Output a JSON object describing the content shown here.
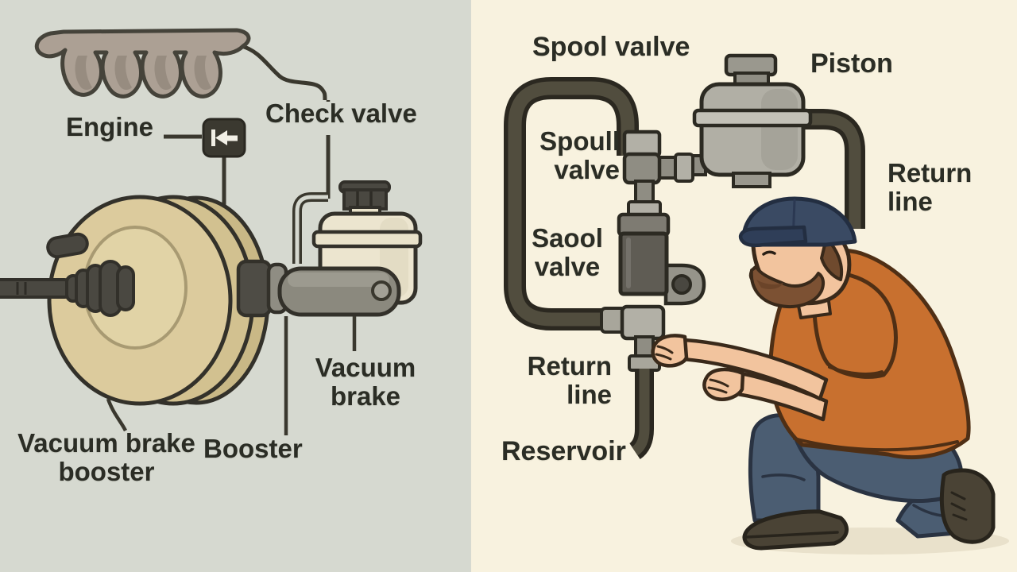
{
  "left_panel": {
    "background": "#d6d9d0",
    "labels": {
      "engine": "Engine",
      "check_valve": "Check valve",
      "vacuum_brake": "Vacuum\nbrake",
      "booster": "Booster",
      "vacuum_brake_booster": "Vacuum brake\nbooster"
    }
  },
  "right_panel": {
    "background": "#f8f2df",
    "labels": {
      "spool_valve": "Spool vaılve",
      "piston": "Piston",
      "spoull_valve": "Spoull\nvalve",
      "return_line_upper": "Return\nline",
      "saool_valve": "Saool\nvalve",
      "return_line_lower": "Return\nline",
      "reservoir": "Reservoir"
    }
  },
  "palette": {
    "outline": "#33312a",
    "label_text": "#2b2d25",
    "manifold_gray": "#aca094",
    "booster_tan": "#dccb9d",
    "reservoir_cream": "#ece5cf",
    "metal_gray": "#8f8d83",
    "metal_light": "#b2b0a6",
    "pipe_dark": "#514d3e",
    "pipe_edge": "#2b2820",
    "shirt_orange": "#c8702f",
    "cap_navy": "#3a4a63",
    "jeans_blue": "#4b5d72",
    "skin": "#f2c49e",
    "beard_brown": "#7c5133",
    "boot_brown": "#4a4335"
  }
}
